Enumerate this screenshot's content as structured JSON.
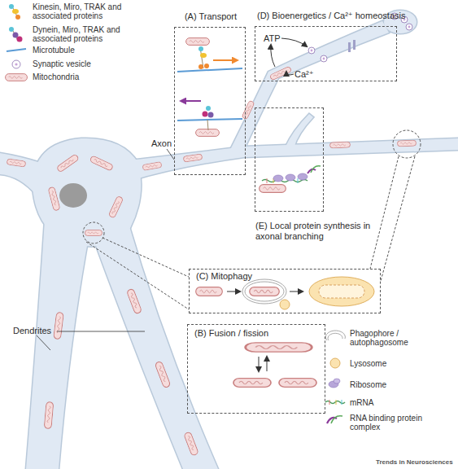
{
  "diagram": {
    "nodes": [
      {
        "text": [
          "(A) Transport"
        ]
      },
      {
        "text": [
          "(D) Bioenergetics / Ca²⁺ homeostasis",
          "ATP",
          "Ca²⁺"
        ]
      },
      {
        "text": [
          "(E) Local protein synthesis in axonal branching"
        ]
      },
      {
        "text": [
          "(C) Mitophagy"
        ]
      },
      {
        "text": [
          "(B) Fusion / fission"
        ]
      }
    ],
    "labels": [
      "Axon",
      "Dendrites",
      "Trends in Neurosciences"
    ],
    "legend": [
      {
        "text": "Kinesin, Miro, TRAK and associated proteins"
      },
      {
        "text": "Dynein, Miro, TRAK and associated proteins"
      },
      {
        "text": "Microtubule"
      },
      {
        "text": "Synaptic vesicle"
      },
      {
        "text": "Mitochondria"
      },
      {
        "text": "Phagophore / autophagosome"
      },
      {
        "text": "Lysosome"
      },
      {
        "text": "Ribosome"
      },
      {
        "text": "mRNA"
      },
      {
        "text": "RNA binding protein complex"
      }
    ]
  }
}
